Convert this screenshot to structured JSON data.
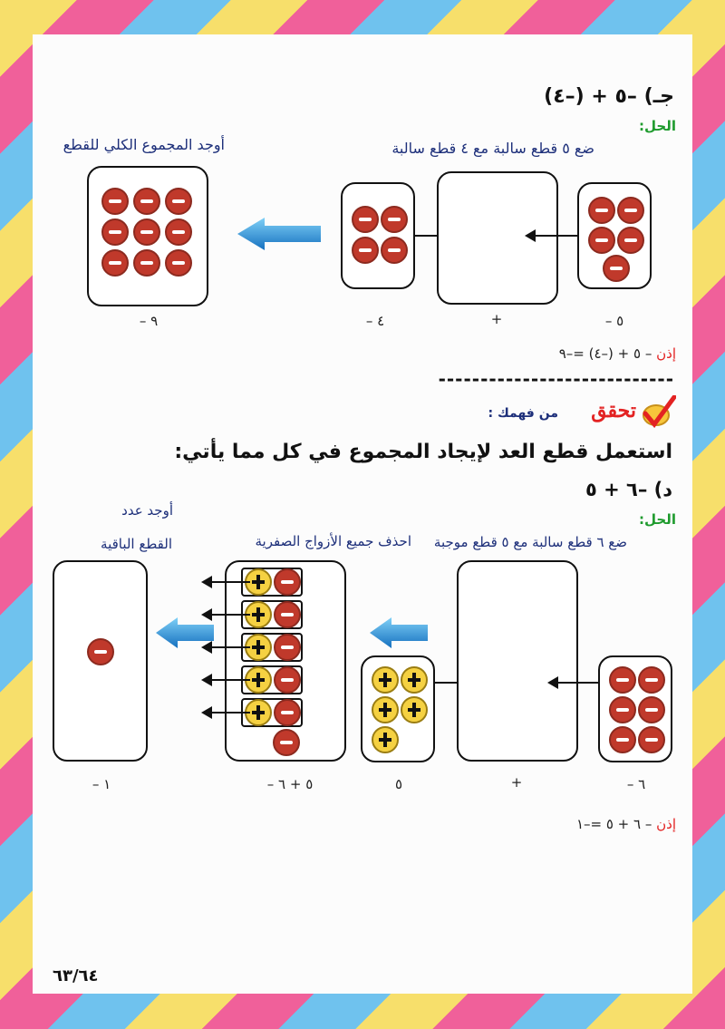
{
  "part_c": {
    "problem": "جـ) –٥ + (–٤)",
    "solution_label": "الحل:",
    "step1": "ضع ٥ قطع سالبة مع ٤ قطع سالبة",
    "step2": "أوجد المجموع الكلي للقطع",
    "labels": {
      "a": "٥ –",
      "plus": "+",
      "b": "٤ –",
      "sum": "٩ –"
    },
    "then_word": "إذن",
    "result": " – ٥ + (–٤) =–٩"
  },
  "divider": "----------------------------",
  "check": {
    "title": "تحقق",
    "subtitle": "من فهمك :",
    "instruction": "استعمل قطع العد لإيجاد المجموع في كل مما يأتي:"
  },
  "part_d": {
    "problem": "د)  –٦ + ٥",
    "solution_label": "الحل:",
    "step1": "ضع ٦ قطع سالبة مع ٥ قطع موجبة",
    "step2": "احذف جميع الأزواج الصفرية",
    "step3_line1": "أوجد عدد",
    "step3_line2": "القطع الباقية",
    "labels": {
      "a": "٦ –",
      "plus": "+",
      "b": "٥",
      "expr": "٥ + ٦ –",
      "result": "١ –"
    },
    "then_word": "إذن",
    "result": " – ٦ + ٥ =–١"
  },
  "page_number": "٦٣/٦٤",
  "colors": {
    "negative": "#c0392b",
    "positive": "#f5d142",
    "navy": "#1d2f7a",
    "green": "#1f9b2e",
    "red": "#e32222",
    "arrow_blue": "#1e8fd6"
  }
}
